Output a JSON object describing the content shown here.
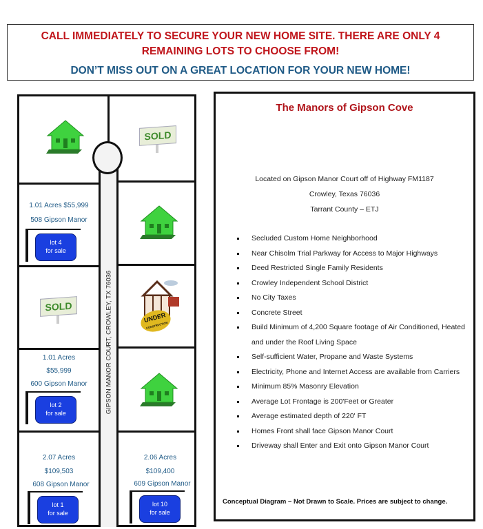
{
  "banner": {
    "line1": "CALL IMMEDIATELY TO SECURE YOUR NEW HOME SITE. THERE ARE ONLY 4",
    "line2": "REMAINING LOTS TO CHOOSE FROM!",
    "line3": "DON’T MISS OUT ON A GREAT LOCATION FOR YOUR NEW HOME!"
  },
  "map": {
    "road_label": "GIPSON MANOR COURT, CROWLEY, TX 76036",
    "sold_text": "SOLD",
    "under_construction_text": "UNDER",
    "under_construction_sub": "CONSTRUCTION",
    "lots": [
      {
        "acres_price": "1.01   Acres $55,999",
        "address": "508 Gipson Manor",
        "sign_lot": "lot  4",
        "sign_status": "for sale"
      },
      {
        "acres": "1.01 Acres",
        "price": "$55,999",
        "address": "600 Gipson Manor",
        "sign_lot": "lot  2",
        "sign_status": "for sale"
      },
      {
        "acres": "2.07 Acres",
        "price": "$109,503",
        "address": "608 Gipson Manor",
        "sign_lot": "lot  1",
        "sign_status": "for sale"
      },
      {
        "acres": "2.06 Acres",
        "price": "$109,400",
        "address": "609 Gipson Manor",
        "sign_lot": "lot 10",
        "sign_status": "for sale"
      }
    ]
  },
  "panel": {
    "title": "The Manors of Gipson Cove",
    "location": [
      "Located on Gipson Manor Court off of Highway FM1187",
      "Crowley, Texas 76036",
      "Tarrant County – ETJ"
    ],
    "features": [
      "Secluded Custom Home Neighborhood",
      "Near Chisolm Trial Parkway for Access to Major Highways",
      "Deed Restricted Single Family Residents",
      "Crowley Independent School District",
      "No City Taxes",
      "Concrete Street",
      "Build Minimum of 4,200 Square footage of Air Conditioned, Heated and under the Roof Living Space",
      "Self-sufficient Water, Propane and Waste Systems",
      "Electricity, Phone and Internet Access are available from Carriers",
      "Minimum 85% Masonry Elevation",
      "Average Lot Frontage is 200'Feet or Greater",
      "Average estimated depth of 220' FT",
      "Homes Front shall face Gipson Manor Court",
      "Driveway shall Enter and Exit onto Gipson Manor Court"
    ],
    "footer": "Conceptual Diagram – Not Drawn to Scale. Prices are subject to change."
  }
}
